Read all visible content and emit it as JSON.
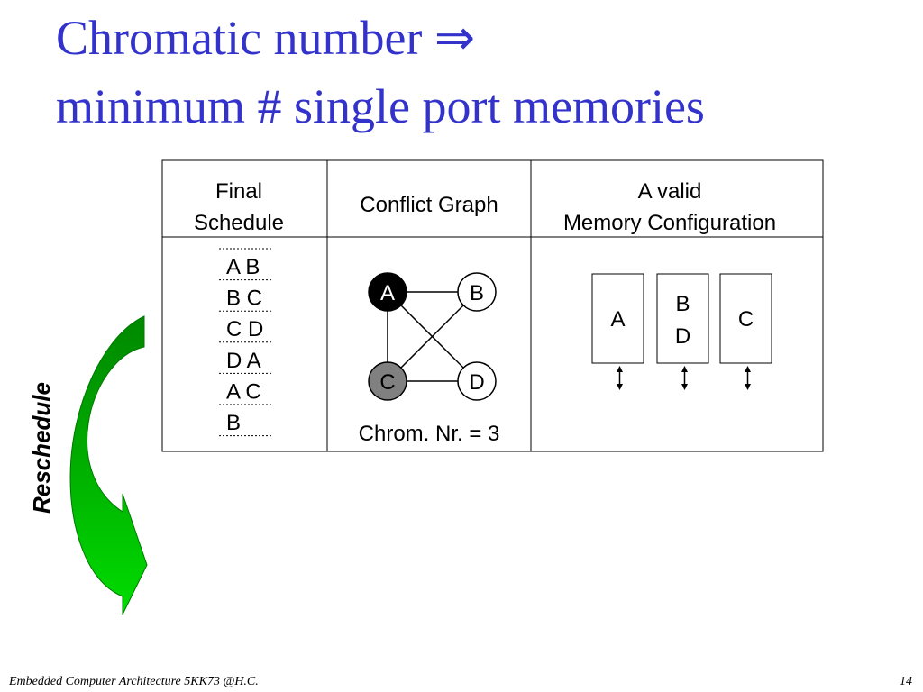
{
  "title": {
    "line1": "Chromatic number ⇒",
    "line2": "minimum # single port memories"
  },
  "table": {
    "headers": {
      "schedule_line1": "Final",
      "schedule_line2": "Schedule",
      "graph": "Conflict Graph",
      "memory_line1": "A valid",
      "memory_line2": "Memory Configuration"
    },
    "schedule_rows": [
      "A B",
      "B C",
      "C D",
      "D A",
      "A C",
      "B"
    ],
    "graph": {
      "nodes": [
        {
          "label": "A",
          "fill": "#000000",
          "text_color": "#ffffff"
        },
        {
          "label": "B",
          "fill": "#ffffff",
          "text_color": "#000000"
        },
        {
          "label": "C",
          "fill": "#808080",
          "text_color": "#000000"
        },
        {
          "label": "D",
          "fill": "#ffffff",
          "text_color": "#000000"
        }
      ],
      "edges": [
        [
          "A",
          "B"
        ],
        [
          "A",
          "C"
        ],
        [
          "A",
          "D"
        ],
        [
          "B",
          "C"
        ],
        [
          "C",
          "D"
        ]
      ],
      "chrom_label": "Chrom. Nr. = 3"
    },
    "memories": [
      {
        "lines": [
          "A"
        ]
      },
      {
        "lines": [
          "B",
          "D"
        ]
      },
      {
        "lines": [
          "C"
        ]
      }
    ]
  },
  "reschedule_label": "Reschedule",
  "colors": {
    "title": "#3333cc",
    "arrow_dark": "#009900",
    "arrow_light": "#00cc00"
  },
  "footer": {
    "course": "Embedded Computer Architecture 5KK73 @H.C.",
    "page_number": "14"
  }
}
